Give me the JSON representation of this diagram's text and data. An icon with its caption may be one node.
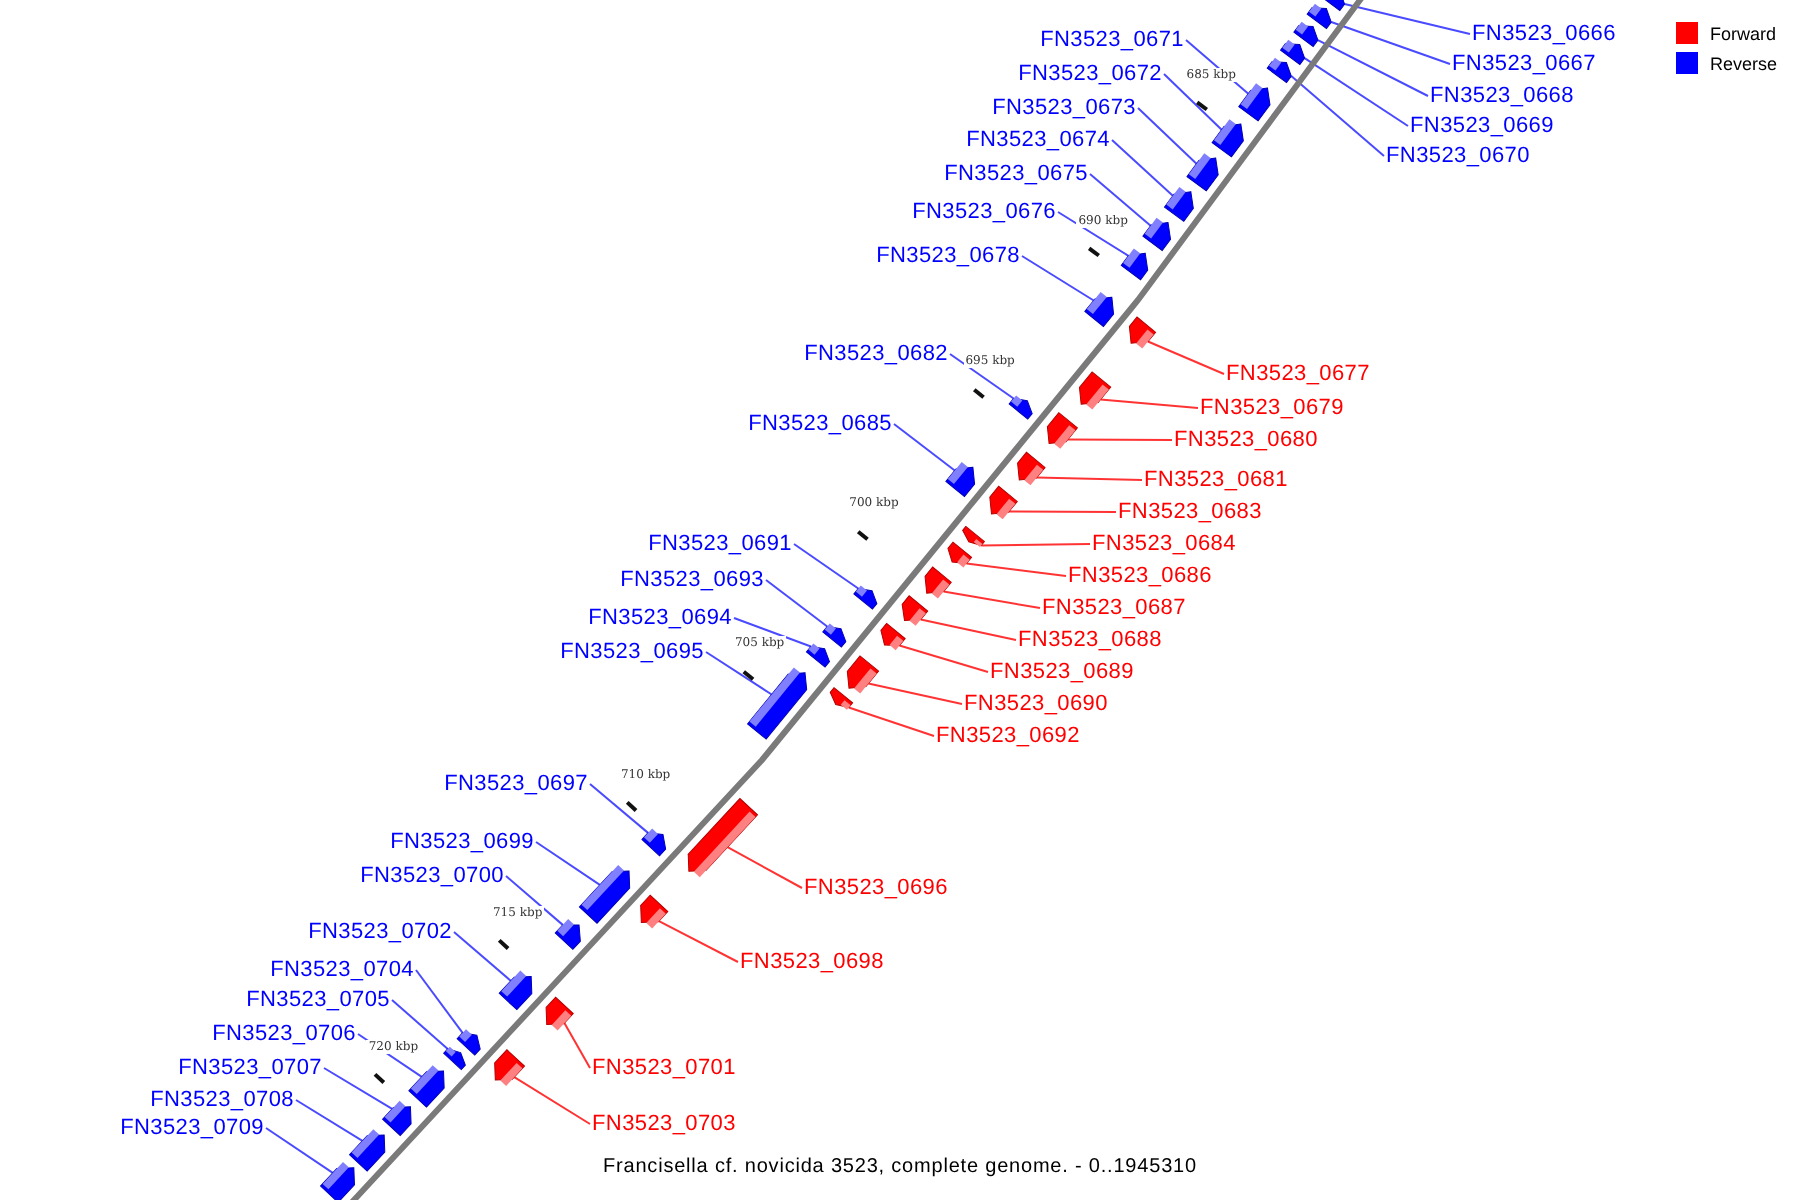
{
  "diagram": {
    "caption": "Francisella cf. novicida 3523, complete genome. - 0..1945310",
    "nodes": [
      {
        "text": [
          "FN3523_0666"
        ]
      },
      {
        "text": [],
        "shape": "arrow"
      },
      {
        "text": [
          "FN3523_0667"
        ]
      },
      {
        "text": [],
        "shape": "arrow"
      },
      {
        "text": [
          "FN3523_0668"
        ]
      },
      {
        "text": [],
        "shape": "arrow"
      },
      {
        "text": [
          "FN3523_0669"
        ]
      },
      {
        "text": [],
        "shape": "arrow"
      },
      {
        "text": [
          "FN3523_0670"
        ]
      },
      {
        "text": [],
        "shape": "arrow"
      },
      {
        "text": [
          "FN3523_0671"
        ]
      },
      {
        "text": [],
        "shape": "arrow"
      },
      {
        "text": [
          "FN3523_0672"
        ]
      },
      {
        "text": [],
        "shape": "arrow"
      },
      {
        "text": [
          "FN3523_0673"
        ]
      },
      {
        "text": [],
        "shape": "arrow"
      },
      {
        "text": [
          "FN3523_0674"
        ]
      },
      {
        "text": [],
        "shape": "arrow"
      },
      {
        "text": [
          "FN3523_0675"
        ]
      },
      {
        "text": [],
        "shape": "arrow"
      },
      {
        "text": [
          "FN3523_0676"
        ]
      },
      {
        "text": [],
        "shape": "arrow"
      },
      {
        "text": [
          "FN3523_0678"
        ]
      },
      {
        "text": [],
        "shape": "arrow"
      },
      {
        "text": [
          "FN3523_0677"
        ]
      },
      {
        "text": [],
        "shape": "arrow"
      },
      {
        "text": [
          "FN3523_0679"
        ]
      },
      {
        "text": [],
        "shape": "arrow"
      },
      {
        "text": [
          "FN3523_0682"
        ]
      },
      {
        "text": [],
        "shape": "arrow"
      },
      {
        "text": [
          "FN3523_0680"
        ]
      },
      {
        "text": [],
        "shape": "arrow"
      },
      {
        "text": [
          "FN3523_0685"
        ]
      },
      {
        "text": [],
        "shape": "arrow"
      },
      {
        "text": [
          "FN3523_0681"
        ]
      },
      {
        "text": [],
        "shape": "arrow"
      },
      {
        "text": [
          "FN3523_0683"
        ]
      },
      {
        "text": [],
        "shape": "arrow"
      },
      {
        "text": [
          "FN3523_0684"
        ]
      },
      {
        "text": [],
        "shape": "arrow"
      },
      {
        "text": [
          "FN3523_0691"
        ]
      },
      {
        "text": [],
        "shape": "arrow"
      },
      {
        "text": [
          "FN3523_0686"
        ]
      },
      {
        "text": [],
        "shape": "arrow"
      },
      {
        "text": [
          "FN3523_0693"
        ]
      },
      {
        "text": [],
        "shape": "arrow"
      },
      {
        "text": [
          "FN3523_0687"
        ]
      },
      {
        "text": [],
        "shape": "arrow"
      },
      {
        "text": [
          "FN3523_0694"
        ]
      },
      {
        "text": [],
        "shape": "arrow"
      },
      {
        "text": [
          "FN3523_0688"
        ]
      },
      {
        "text": [],
        "shape": "arrow"
      },
      {
        "text": [
          "FN3523_0695"
        ]
      },
      {
        "text": [],
        "shape": "arrow"
      },
      {
        "text": [
          "FN3523_0689"
        ]
      },
      {
        "text": [],
        "shape": "arrow"
      },
      {
        "text": [
          "FN3523_0690"
        ]
      },
      {
        "text": [],
        "shape": "arrow"
      },
      {
        "text": [
          "FN3523_0692"
        ]
      },
      {
        "text": [],
        "shape": "arrow"
      },
      {
        "text": [
          "FN3523_0697"
        ]
      },
      {
        "text": [],
        "shape": "arrow"
      },
      {
        "text": [
          "FN3523_0699"
        ]
      },
      {
        "text": [],
        "shape": "arrow"
      },
      {
        "text": [
          "FN3523_0700"
        ]
      },
      {
        "text": [],
        "shape": "arrow"
      },
      {
        "text": [
          "FN3523_0696"
        ]
      },
      {
        "text": [],
        "shape": "arrow"
      },
      {
        "text": [
          "FN3523_0702"
        ]
      },
      {
        "text": [],
        "shape": "arrow"
      },
      {
        "text": [
          "FN3523_0698"
        ]
      },
      {
        "text": [],
        "shape": "arrow"
      },
      {
        "text": [
          "FN3523_0704"
        ]
      },
      {
        "text": [],
        "shape": "arrow"
      },
      {
        "text": [
          "FN3523_0705"
        ]
      },
      {
        "text": [],
        "shape": "arrow"
      },
      {
        "text": [
          "FN3523_0706"
        ]
      },
      {
        "text": [],
        "shape": "arrow"
      },
      {
        "text": [
          "FN3523_0701"
        ]
      },
      {
        "text": [],
        "shape": "arrow"
      },
      {
        "text": [
          "FN3523_0707"
        ]
      },
      {
        "text": [],
        "shape": "arrow"
      },
      {
        "text": [
          "FN3523_0708"
        ]
      },
      {
        "text": [],
        "shape": "arrow"
      },
      {
        "text": [
          "FN3523_0703"
        ]
      },
      {
        "text": [],
        "shape": "arrow"
      },
      {
        "text": [
          "FN3523_0709"
        ]
      },
      {
        "text": [],
        "shape": "arrow"
      }
    ],
    "edges": [
      {
        "from": 0,
        "to": 1,
        "arrow": "none"
      },
      {
        "from": 2,
        "to": 3,
        "arrow": "none"
      },
      {
        "from": 4,
        "to": 5,
        "arrow": "none"
      },
      {
        "from": 6,
        "to": 7,
        "arrow": "none"
      },
      {
        "from": 8,
        "to": 9,
        "arrow": "none"
      },
      {
        "from": 10,
        "to": 11,
        "arrow": "none"
      },
      {
        "from": 12,
        "to": 13,
        "arrow": "none"
      },
      {
        "from": 14,
        "to": 15,
        "arrow": "none"
      },
      {
        "from": 16,
        "to": 17,
        "arrow": "none"
      },
      {
        "from": 18,
        "to": 19,
        "arrow": "none"
      },
      {
        "from": 20,
        "to": 21,
        "arrow": "none"
      },
      {
        "from": 22,
        "to": 23,
        "arrow": "none"
      },
      {
        "from": 24,
        "to": 25,
        "arrow": "none",
        "color": "#ff3333"
      },
      {
        "from": 26,
        "to": 27,
        "arrow": "none",
        "color": "#ff3333"
      },
      {
        "from": 28,
        "to": 29,
        "arrow": "none"
      },
      {
        "from": 30,
        "to": 31,
        "arrow": "none",
        "color": "#ff3333"
      },
      {
        "from": 32,
        "to": 33,
        "arrow": "none"
      },
      {
        "from": 34,
        "to": 35,
        "arrow": "none",
        "color": "#ff3333"
      },
      {
        "from": 36,
        "to": 37,
        "arrow": "none",
        "color": "#ff3333"
      },
      {
        "from": 38,
        "to": 39,
        "arrow": "none",
        "color": "#ff3333"
      },
      {
        "from": 40,
        "to": 41,
        "arrow": "none"
      },
      {
        "from": 42,
        "to": 43,
        "arrow": "none",
        "color": "#ff3333"
      },
      {
        "from": 44,
        "to": 45,
        "arrow": "none"
      },
      {
        "from": 46,
        "to": 47,
        "arrow": "none",
        "color": "#ff3333"
      },
      {
        "from": 48,
        "to": 49,
        "arrow": "none"
      },
      {
        "from": 50,
        "to": 51,
        "arrow": "none",
        "color": "#ff3333"
      },
      {
        "from": 52,
        "to": 53,
        "arrow": "none"
      },
      {
        "from": 54,
        "to": 55,
        "arrow": "none",
        "color": "#ff3333"
      },
      {
        "from": 56,
        "to": 57,
        "arrow": "none",
        "color": "#ff3333"
      },
      {
        "from": 58,
        "to": 59,
        "arrow": "none",
        "color": "#ff3333"
      },
      {
        "from": 60,
        "to": 61,
        "arrow": "none"
      },
      {
        "from": 62,
        "to": 63,
        "arrow": "none"
      },
      {
        "from": 64,
        "to": 65,
        "arrow": "none"
      },
      {
        "from": 66,
        "to": 67,
        "arrow": "none",
        "color": "#ff3333"
      },
      {
        "from": 68,
        "to": 69,
        "arrow": "none"
      },
      {
        "from": 70,
        "to": 71,
        "arrow": "none",
        "color": "#ff3333"
      },
      {
        "from": 72,
        "to": 73,
        "arrow": "none"
      },
      {
        "from": 74,
        "to": 75,
        "arrow": "none"
      },
      {
        "from": 76,
        "to": 77,
        "arrow": "none"
      },
      {
        "from": 78,
        "to": 79,
        "arrow": "none",
        "color": "#ff3333"
      },
      {
        "from": 80,
        "to": 81,
        "arrow": "none"
      },
      {
        "from": 82,
        "to": 83,
        "arrow": "none"
      },
      {
        "from": 84,
        "to": 85,
        "arrow": "none",
        "color": "#ff3333"
      },
      {
        "from": 86,
        "to": 87,
        "arrow": "none"
      }
    ],
    "labels": [
      "685 kbp",
      "690 kbp",
      "695 kbp",
      "700 kbp",
      "705 kbp",
      "710 kbp",
      "715 kbp",
      "720 kbp"
    ],
    "legend": [
      {
        "text": "Forward",
        "color": "#ff0000"
      },
      {
        "text": "Reverse",
        "color": "#0000ff"
      }
    ]
  }
}
